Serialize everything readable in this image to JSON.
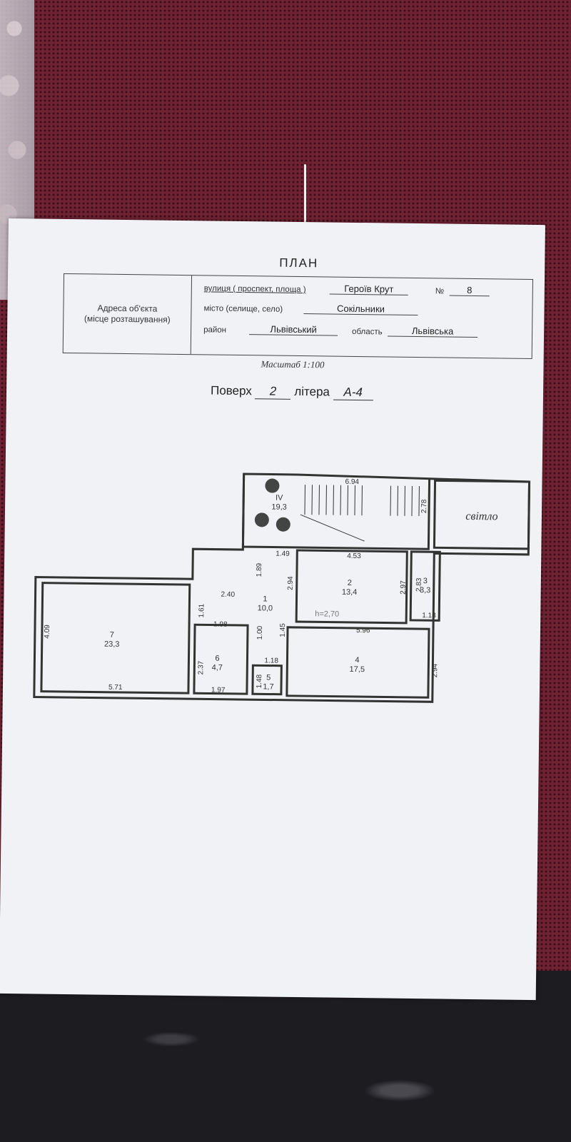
{
  "document": {
    "title": "ПЛАН",
    "address_header": [
      "Адреса об'єкта",
      "(місце розташування)"
    ],
    "street_label": "вулиця ( проспект, площа )",
    "street_value": "Героїв Крут",
    "number_label": "№",
    "number_value": "8",
    "city_label": "місто (селище, село)",
    "city_value": "Сокільники",
    "district_label": "район",
    "district_value": "Львівський",
    "region_label": "область",
    "region_value": "Львівська",
    "scale": "Масштаб 1:100",
    "floor_label": "Поверх",
    "floor_value": "2",
    "letter_label": "літера",
    "letter_value": "А-4"
  },
  "plan": {
    "rooms": [
      {
        "id": "7",
        "area": "23,3"
      },
      {
        "id": "6",
        "area": "4,7"
      },
      {
        "id": "5",
        "area": "1,7"
      },
      {
        "id": "4",
        "area": "17,5"
      },
      {
        "id": "1",
        "area": "10,0"
      },
      {
        "id": "2",
        "area": "13,4"
      },
      {
        "id": "3",
        "area": "3,3"
      },
      {
        "id": "IV",
        "area": "19,3"
      }
    ],
    "light_well_label": "світло",
    "ceiling_height": "h=2,70",
    "dimensions": [
      "6.94",
      "2.78",
      "1.49",
      "4.53",
      "1.89",
      "2.94",
      "2.97",
      "2.83",
      "2.40",
      "1.61",
      "1.98",
      "1.00",
      "1.45",
      "5.96",
      "1.18",
      "1.18",
      "4.09",
      "2.37",
      "1.48",
      "2.94",
      "5.71",
      "1.97"
    ]
  },
  "colors": {
    "ink": "#333333",
    "paper": "#f1f2f6",
    "tablecloth": "#6e2232"
  }
}
